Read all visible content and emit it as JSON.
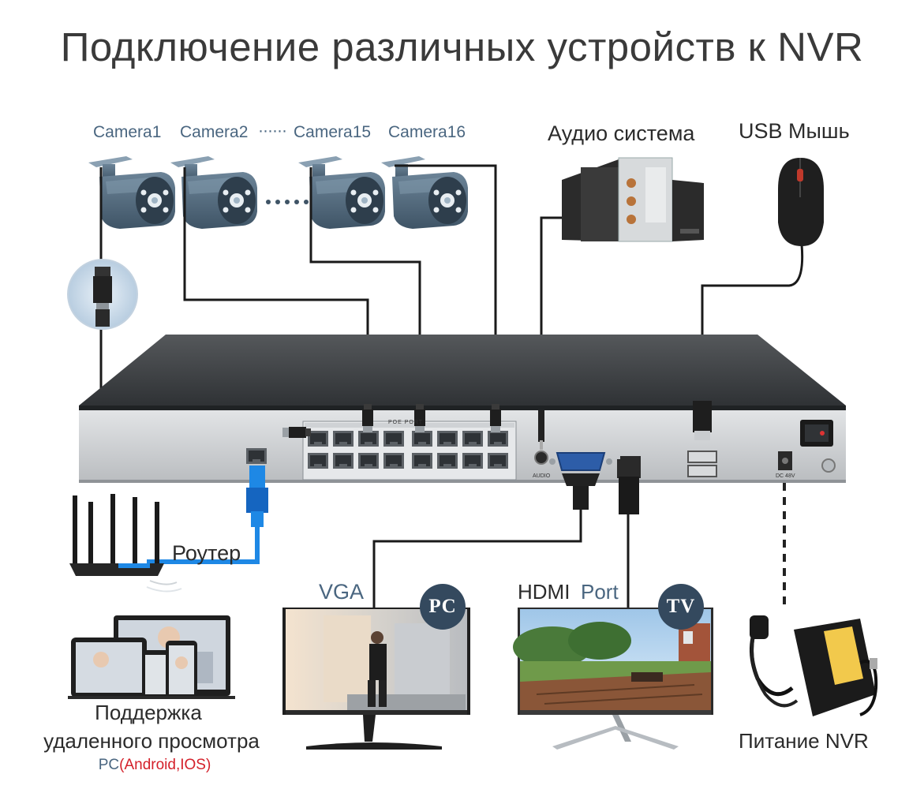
{
  "title": "Подключение различных устройств к NVR",
  "cameras": [
    {
      "label": "Camera1"
    },
    {
      "label": "Camera2"
    },
    {
      "label": "Camera15"
    },
    {
      "label": "Camera16"
    }
  ],
  "camera_separator": "······",
  "devices": {
    "audio": "Аудио система",
    "mouse": "USB Мышь",
    "router": "Роутер",
    "vga": "VGA",
    "hdmi": "HDMI",
    "hdmi_port": "Port",
    "pc_badge": "PC",
    "tv_badge": "TV",
    "power": "Питание NVR"
  },
  "nvr": {
    "poe_label": "POE PORT",
    "audio_port": "AUDIO",
    "dc_label": "DC 48V"
  },
  "remote": {
    "line1": "Поддержка",
    "line2": "удаленного просмотра",
    "pc": "PC",
    "os": "(Android,IOS)"
  },
  "colors": {
    "nvr_body": "#3c3f42",
    "nvr_front": "#cfd2d5",
    "camera": "#4d6578",
    "cable": "#1a1a1a",
    "ethernet_blue": "#1e88e5",
    "badge": "#34495e",
    "label_blue": "#4a6680",
    "os_red": "#d4202a"
  }
}
